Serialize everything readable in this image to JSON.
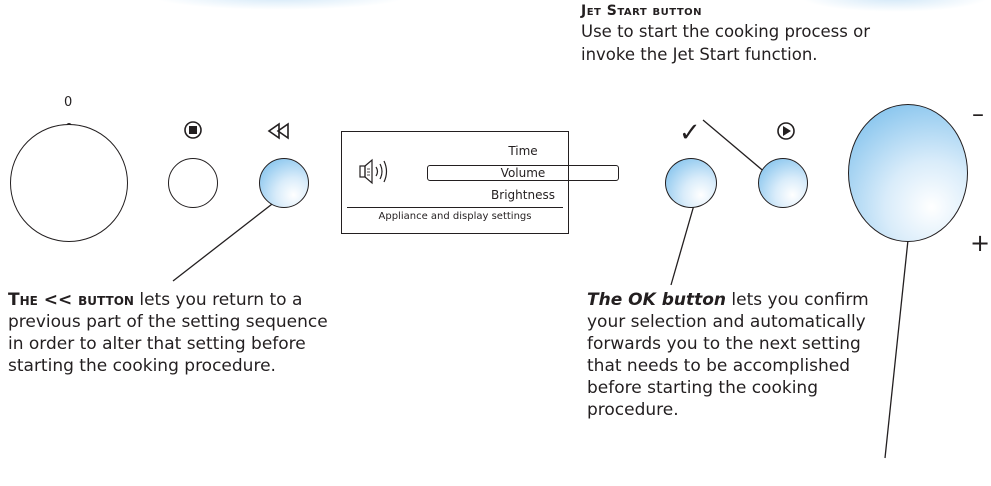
{
  "knob_zero_label": "0",
  "minus_label": "–",
  "plus_label": "+",
  "checkmark": "✓",
  "display": {
    "items": [
      "Time",
      "Volume",
      "Brightness"
    ],
    "selected": "Volume",
    "footer": "Appliance and display settings"
  },
  "jet_start": {
    "title": "Jet Start button",
    "text": "Use to start the cooking process or invoke the Jet Start function."
  },
  "back_button": {
    "title": "The << button",
    "text": " lets you return to a previous part of the setting sequence in order to alter that setting before  starting the cooking procedure."
  },
  "ok_button": {
    "title": "The OK button",
    "text": " lets you confirm your selection and automatically forwards you to the next setting that needs to be accomplished before starting the cooking procedure."
  },
  "colors": {
    "button_blue": "#6fb9ea",
    "ink": "#231f20"
  },
  "icons": [
    "stop-icon",
    "rewind-icon",
    "play-icon",
    "speaker-icon",
    "checkmark-icon"
  ]
}
